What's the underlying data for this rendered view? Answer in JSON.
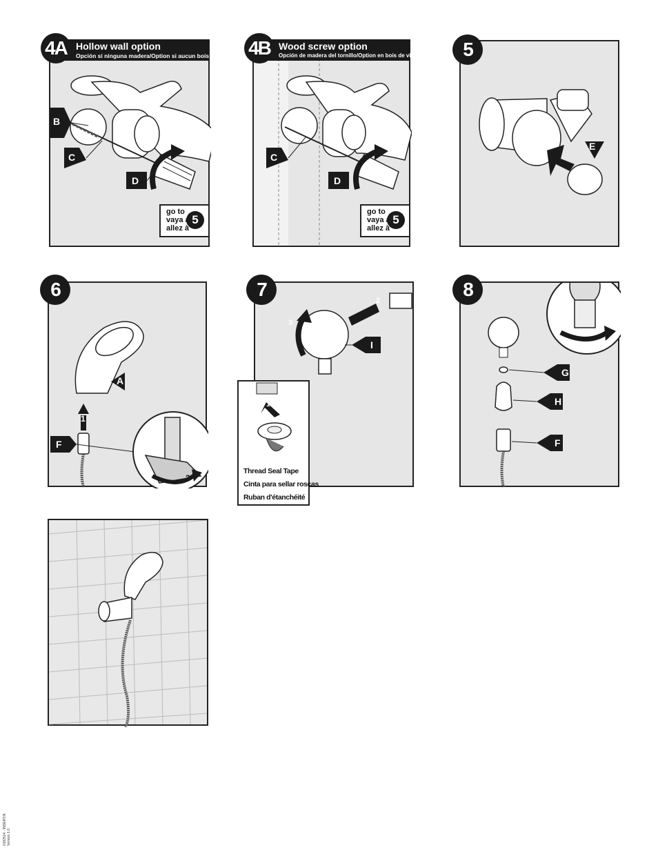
{
  "steps": {
    "s4a": {
      "badge": "4A",
      "title": "Hollow wall option",
      "subtitle": "Opción si ninguna madera/Option si aucun bois",
      "callouts": [
        "B",
        "C",
        "D"
      ],
      "goto_text": "go to\nvaya a\nallez à",
      "goto_step": "5"
    },
    "s4b": {
      "badge": "4B",
      "title": "Wood screw option",
      "subtitle": "Opción de madera del tornillo/Option en bois de vis",
      "callouts": [
        "C",
        "D"
      ],
      "goto_text": "go to\nvaya a\nallez à",
      "goto_step": "5"
    },
    "s5": {
      "badge": "5",
      "callouts": [
        "E"
      ]
    },
    "s6": {
      "badge": "6",
      "callouts": [
        "A",
        "F"
      ],
      "arrows": [
        "1",
        "2"
      ]
    },
    "s7": {
      "badge": "7",
      "callouts": [
        "I"
      ],
      "arrows": [
        "2",
        "3",
        "1"
      ],
      "tape": {
        "line1": "Thread Seal Tape",
        "line2": "Cinta para sellar roscas",
        "line3": "Ruban d'étanchéité"
      }
    },
    "s8": {
      "badge": "8",
      "callouts": [
        "G",
        "H",
        "F"
      ]
    }
  },
  "footer": {
    "code": "0192514 - INSERT/A",
    "sub": "Version 1.0"
  },
  "colors": {
    "panel_bg": "#e6e6e6",
    "ink": "#1a1a1a",
    "paper": "#ffffff"
  }
}
